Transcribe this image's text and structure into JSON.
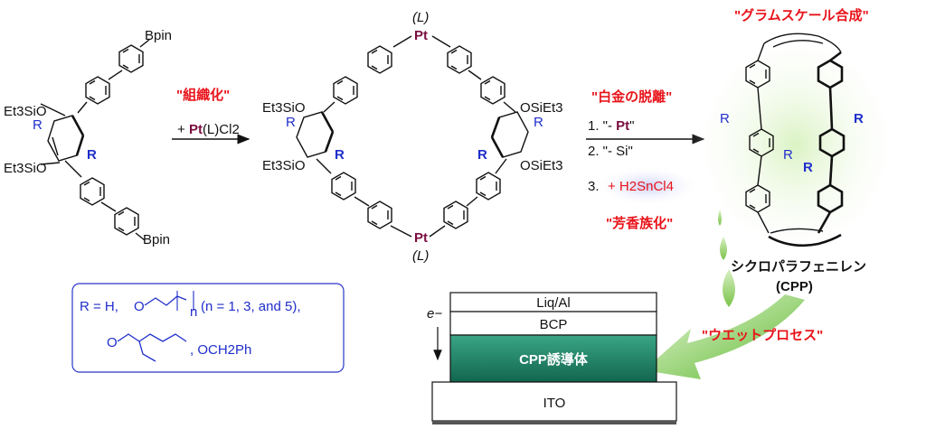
{
  "reagent": {
    "bpin": "Bpin",
    "et3sio": "Et3SiO",
    "osiet3": "OSiEt3",
    "r": "R"
  },
  "step1": {
    "label": "\"組織化\"",
    "reagent_prefix": "+ ",
    "reagent_pt": "Pt",
    "reagent_l": "(L)",
    "reagent_suffix": "Cl2"
  },
  "macrocycle": {
    "pt_label": "Pt",
    "ligand": "(L)"
  },
  "step2": {
    "label": "\"白金の脱離\"",
    "item1_prefix": "1. \"- ",
    "item1_pt": "Pt",
    "item1_suffix": "\"",
    "item2": "2. \"- Si\"",
    "item3_prefix": "3.",
    "item3_reagent": "+ H2SnCl4",
    "aromatize_label": "\"芳香族化\""
  },
  "product": {
    "gram_scale": "\"グラムスケール合成\"",
    "name_jp": "シクロパラフェニレン",
    "abbr": "(CPP)",
    "wet_process": "\"ウエットプロセス\""
  },
  "r_groups": {
    "line1_prefix": "R = H,",
    "line1_o": "O",
    "line1_n": "n",
    "line1_suffix": "(n = 1, 3, and 5),",
    "line2_o": "O",
    "line2_suffix": ", OCH2Ph"
  },
  "device": {
    "electron": "e−",
    "layers": [
      "Liq/Al",
      "BCP",
      "CPP誘導体",
      "ITO"
    ]
  },
  "colors": {
    "red": "#e8141b",
    "platinum": "#7a0e3f",
    "r_blue": "#1f2ecb",
    "device_green": "#1f8a6a",
    "arrow_green": "#6fc23a"
  }
}
